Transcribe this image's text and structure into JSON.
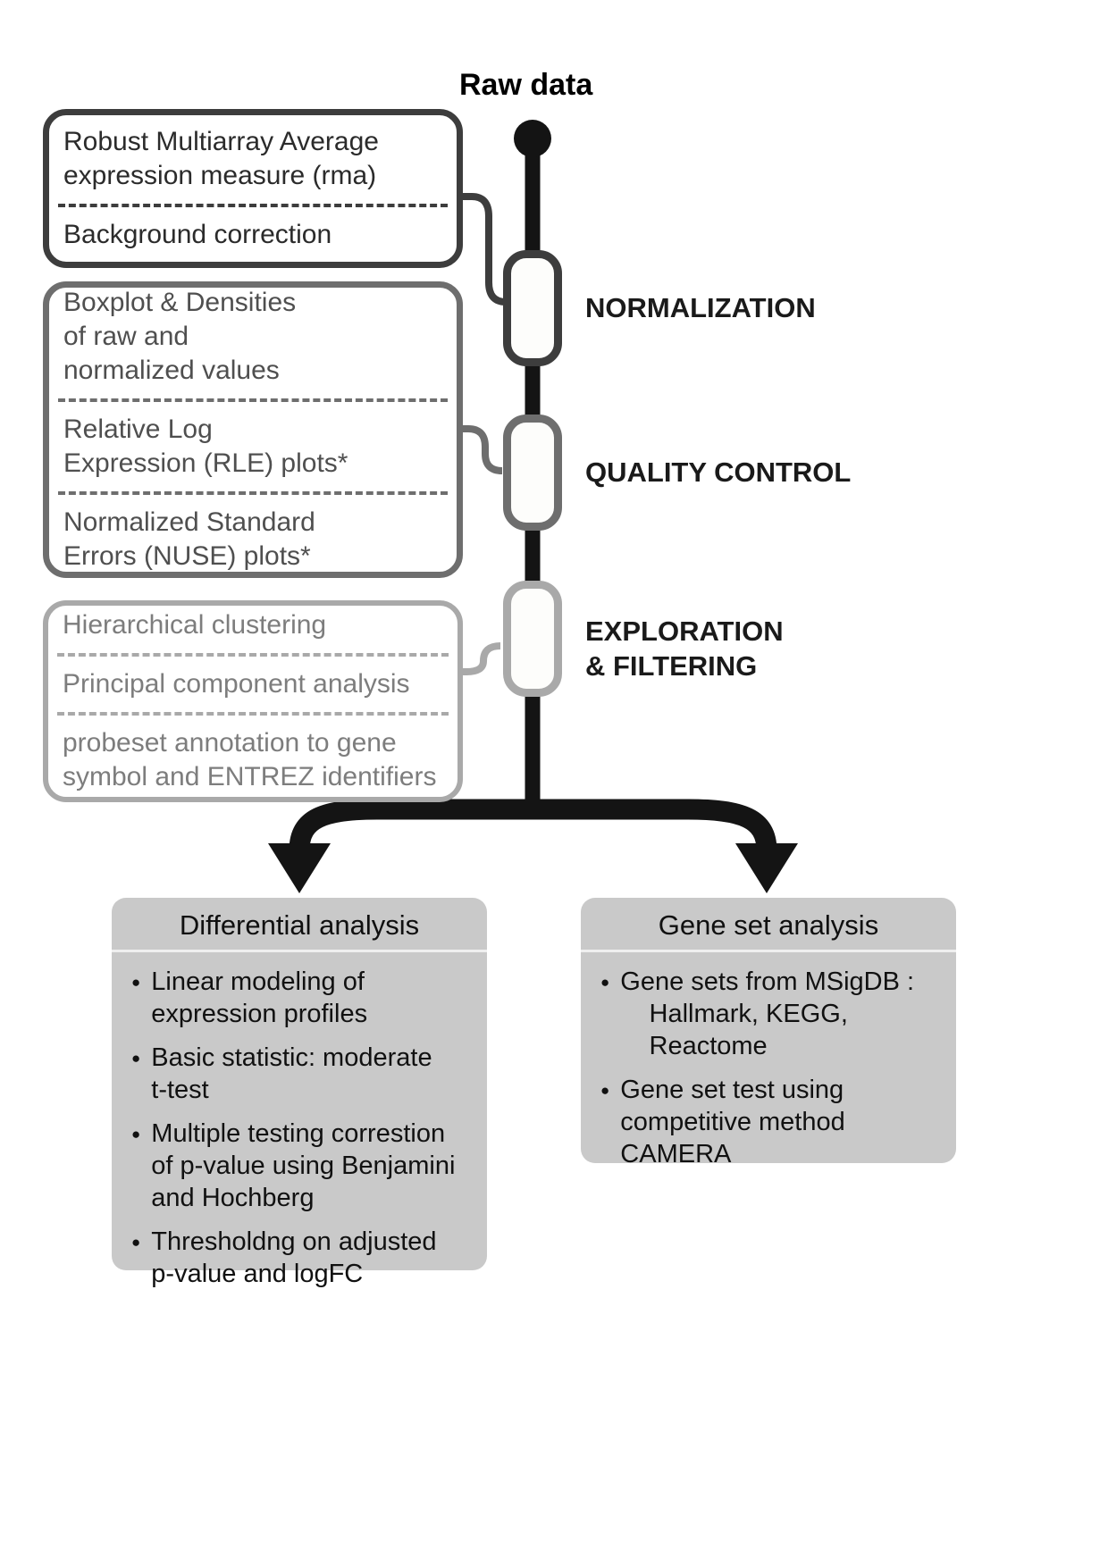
{
  "header": {
    "title": "Raw data"
  },
  "colors": {
    "trunk": "#141414",
    "stage1": "#3d3d3d",
    "stage2": "#6e6e6e",
    "stage3": "#a9a9a9",
    "branch_box_fill": "#c9c9c9"
  },
  "pipeline": {
    "stages": [
      {
        "label": "NORMALIZATION",
        "items": [
          "Robust Multiarray Average\nexpression measure (rma)",
          "Background correction"
        ]
      },
      {
        "label": "QUALITY CONTROL",
        "items": [
          "Boxplot & Densities\nof raw and\nnormalized values",
          "Relative Log\nExpression (RLE) plots*",
          "Normalized Standard\nErrors (NUSE) plots*"
        ]
      },
      {
        "label": "EXPLORATION\n& FILTERING",
        "items": [
          "Hierarchical clustering",
          "Principal component analysis",
          "probeset annotation to gene\nsymbol and ENTREZ identifiers"
        ]
      }
    ]
  },
  "branches": [
    {
      "title": "Differential analysis",
      "bullets": [
        "Linear modeling of\nexpression profiles",
        "Basic statistic: moderate\nt-test",
        "Multiple testing correstion\nof p-value using Benjamini\nand Hochberg",
        "Thresholdng on adjusted\np-value and logFC"
      ]
    },
    {
      "title": "Gene set analysis",
      "bullets": [
        "Gene sets from MSigDB :\n    Hallmark, KEGG,\n    Reactome",
        "Gene set test using\ncompetitive method\nCAMERA"
      ]
    }
  ]
}
